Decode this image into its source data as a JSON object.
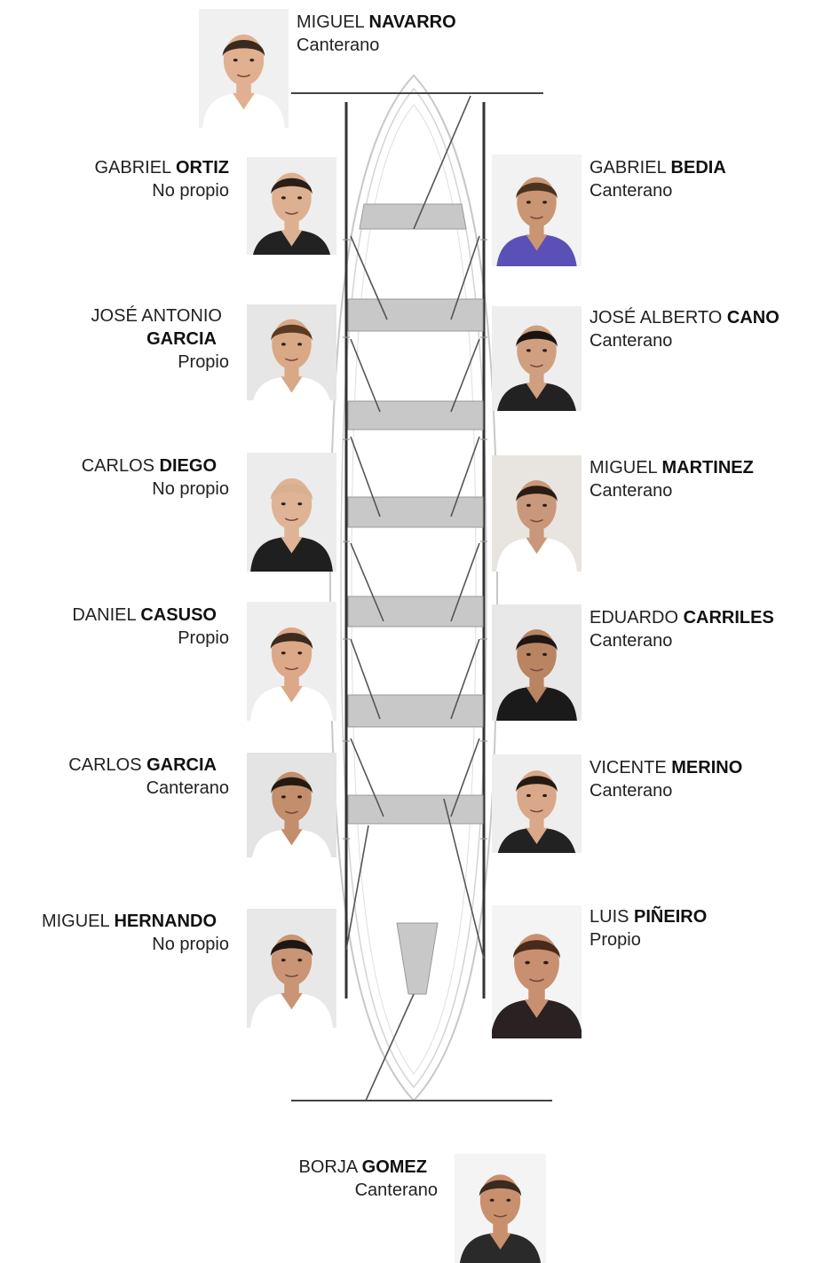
{
  "crew": [
    {
      "id": "navarro",
      "first": "MIGUEL",
      "last": "NAVARRO",
      "status": "Canterano",
      "skin": "#e0b090",
      "hair": "#3a2a1e",
      "shirt": "#ffffff",
      "bg": "#f0f0f0"
    },
    {
      "id": "ortiz",
      "first": "GABRIEL",
      "last": "ORTIZ",
      "status": "No propio",
      "skin": "#dcb090",
      "hair": "#2a1e18",
      "shirt": "#222222",
      "bg": "#eeeeee"
    },
    {
      "id": "bedia",
      "first": "GABRIEL",
      "last": "BEDIA",
      "status": "Canterano",
      "skin": "#c99572",
      "hair": "#4a3220",
      "shirt": "#5b4fb8",
      "bg": "#f2f2f2"
    },
    {
      "id": "jagarcia",
      "first": "JOSÉ ANTONIO",
      "last": "GARCIA",
      "status": "Propio",
      "skin": "#d9a884",
      "hair": "#5a3a22",
      "shirt": "#ffffff",
      "bg": "#e6e6e6"
    },
    {
      "id": "cano",
      "first": "JOSÉ ALBERTO",
      "last": "CANO",
      "status": "Canterano",
      "skin": "#cf9f80",
      "hair": "#1a1410",
      "shirt": "#222222",
      "bg": "#eeeeee"
    },
    {
      "id": "diego",
      "first": "CARLOS",
      "last": "DIEGO",
      "status": "No propio",
      "skin": "#dfb396",
      "hair": "#d8b090",
      "shirt": "#1f1f1f",
      "bg": "#ececec"
    },
    {
      "id": "martinez",
      "first": "MIGUEL",
      "last": "MARTINEZ",
      "status": "Canterano",
      "skin": "#c9987a",
      "hair": "#2a1c14",
      "shirt": "#ffffff",
      "bg": "#e8e4e0"
    },
    {
      "id": "casuso",
      "first": "DANIEL",
      "last": "CASUSO",
      "status": "Propio",
      "skin": "#dca888",
      "hair": "#3a2a20",
      "shirt": "#ffffff",
      "bg": "#eeeeee"
    },
    {
      "id": "carriles",
      "first": "EDUARDO",
      "last": "CARRILES",
      "status": "Canterano",
      "skin": "#b88462",
      "hair": "#1e1612",
      "shirt": "#1a1a1a",
      "bg": "#e8e8e8"
    },
    {
      "id": "cgarcia",
      "first": "CARLOS",
      "last": "GARCIA",
      "status": "Canterano",
      "skin": "#c28e6c",
      "hair": "#241a14",
      "shirt": "#ffffff",
      "bg": "#e4e4e4"
    },
    {
      "id": "merino",
      "first": "VICENTE",
      "last": "MERINO",
      "status": "Canterano",
      "skin": "#d8a888",
      "hair": "#241a14",
      "shirt": "#222222",
      "bg": "#eeeeee"
    },
    {
      "id": "hernando",
      "first": "MIGUEL",
      "last": "HERNANDO",
      "status": "No propio",
      "skin": "#c99574",
      "hair": "#1e1612",
      "shirt": "#ffffff",
      "bg": "#e8e8e8"
    },
    {
      "id": "pineiro",
      "first": "LUIS",
      "last": "PIÑEIRO",
      "status": "Propio",
      "skin": "#c89070",
      "hair": "#4a2a1a",
      "shirt": "#2a2222",
      "bg": "#f4f4f4"
    },
    {
      "id": "gomez",
      "first": "BORJA",
      "last": "GOMEZ",
      "status": "Canterano",
      "skin": "#c9906e",
      "hair": "#3a2a20",
      "shirt": "#2a2a2a",
      "bg": "#f4f4f4"
    }
  ]
}
